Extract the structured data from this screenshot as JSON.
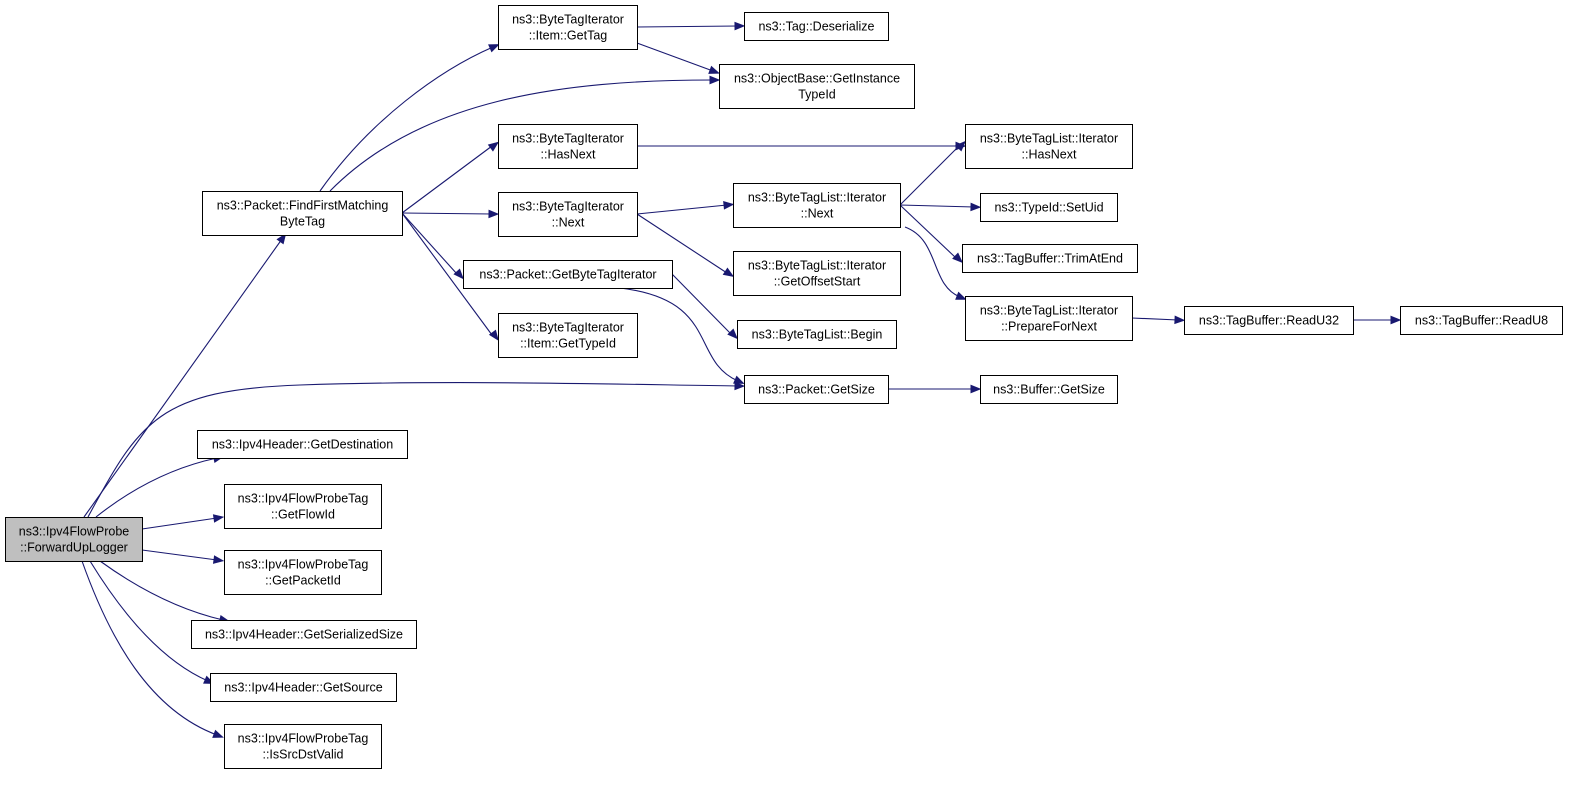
{
  "diagram": {
    "edge_color": "#191970",
    "root_fill": "#bfbfbf",
    "nodes": [
      {
        "id": "root",
        "lines": [
          "ns3::Ipv4FlowProbe",
          "::ForwardUpLogger"
        ],
        "root": true
      },
      {
        "id": "findFirst",
        "lines": [
          "ns3::Packet::FindFirstMatching",
          "ByteTag"
        ]
      },
      {
        "id": "ipDest",
        "lines": [
          "ns3::Ipv4Header::GetDestination"
        ]
      },
      {
        "id": "getFlowId",
        "lines": [
          "ns3::Ipv4FlowProbeTag",
          "::GetFlowId"
        ]
      },
      {
        "id": "getPacketId",
        "lines": [
          "ns3::Ipv4FlowProbeTag",
          "::GetPacketId"
        ]
      },
      {
        "id": "getSerSize",
        "lines": [
          "ns3::Ipv4Header::GetSerializedSize"
        ]
      },
      {
        "id": "getSource",
        "lines": [
          "ns3::Ipv4Header::GetSource"
        ]
      },
      {
        "id": "isSrcDst",
        "lines": [
          "ns3::Ipv4FlowProbeTag",
          "::IsSrcDstValid"
        ]
      },
      {
        "id": "itemGetTag",
        "lines": [
          "ns3::ByteTagIterator",
          "::Item::GetTag"
        ]
      },
      {
        "id": "btiHasNext",
        "lines": [
          "ns3::ByteTagIterator",
          "::HasNext"
        ]
      },
      {
        "id": "btiNext",
        "lines": [
          "ns3::ByteTagIterator",
          "::Next"
        ]
      },
      {
        "id": "getBTI",
        "lines": [
          "ns3::Packet::GetByteTagIterator"
        ]
      },
      {
        "id": "itemGetTypeId",
        "lines": [
          "ns3::ByteTagIterator",
          "::Item::GetTypeId"
        ]
      },
      {
        "id": "tagDeser",
        "lines": [
          "ns3::Tag::Deserialize"
        ]
      },
      {
        "id": "objGetInst",
        "lines": [
          "ns3::ObjectBase::GetInstance",
          "TypeId"
        ]
      },
      {
        "id": "btlNext",
        "lines": [
          "ns3::ByteTagList::Iterator",
          "::Next"
        ]
      },
      {
        "id": "btlOffset",
        "lines": [
          "ns3::ByteTagList::Iterator",
          "::GetOffsetStart"
        ]
      },
      {
        "id": "btlBegin",
        "lines": [
          "ns3::ByteTagList::Begin"
        ]
      },
      {
        "id": "pktGetSize",
        "lines": [
          "ns3::Packet::GetSize"
        ]
      },
      {
        "id": "btlHasNext",
        "lines": [
          "ns3::ByteTagList::Iterator",
          "::HasNext"
        ]
      },
      {
        "id": "typeSetUid",
        "lines": [
          "ns3::TypeId::SetUid"
        ]
      },
      {
        "id": "tbTrim",
        "lines": [
          "ns3::TagBuffer::TrimAtEnd"
        ]
      },
      {
        "id": "btlPrepare",
        "lines": [
          "ns3::ByteTagList::Iterator",
          "::PrepareForNext"
        ]
      },
      {
        "id": "bufGetSize",
        "lines": [
          "ns3::Buffer::GetSize"
        ]
      },
      {
        "id": "tbReadU32",
        "lines": [
          "ns3::TagBuffer::ReadU32"
        ]
      },
      {
        "id": "tbReadU8",
        "lines": [
          "ns3::TagBuffer::ReadU8"
        ]
      }
    ],
    "edges": [
      {
        "from": "root",
        "to": "findFirst"
      },
      {
        "from": "root",
        "to": "pktGetSize"
      },
      {
        "from": "root",
        "to": "ipDest"
      },
      {
        "from": "root",
        "to": "getFlowId"
      },
      {
        "from": "root",
        "to": "getPacketId"
      },
      {
        "from": "root",
        "to": "getSerSize"
      },
      {
        "from": "root",
        "to": "getSource"
      },
      {
        "from": "root",
        "to": "isSrcDst"
      },
      {
        "from": "findFirst",
        "to": "itemGetTag"
      },
      {
        "from": "findFirst",
        "to": "objGetInst"
      },
      {
        "from": "findFirst",
        "to": "btiHasNext"
      },
      {
        "from": "findFirst",
        "to": "btiNext"
      },
      {
        "from": "findFirst",
        "to": "getBTI"
      },
      {
        "from": "findFirst",
        "to": "itemGetTypeId"
      },
      {
        "from": "itemGetTag",
        "to": "tagDeser"
      },
      {
        "from": "itemGetTag",
        "to": "objGetInst"
      },
      {
        "from": "btiHasNext",
        "to": "btlHasNext"
      },
      {
        "from": "btiNext",
        "to": "btlNext"
      },
      {
        "from": "btiNext",
        "to": "btlOffset"
      },
      {
        "from": "getBTI",
        "to": "btlBegin"
      },
      {
        "from": "getBTI",
        "to": "pktGetSize"
      },
      {
        "from": "btlNext",
        "to": "btlHasNext"
      },
      {
        "from": "btlNext",
        "to": "typeSetUid"
      },
      {
        "from": "btlNext",
        "to": "tbTrim"
      },
      {
        "from": "btlNext",
        "to": "btlPrepare"
      },
      {
        "from": "btlPrepare",
        "to": "tbReadU32"
      },
      {
        "from": "tbReadU32",
        "to": "tbReadU8"
      },
      {
        "from": "pktGetSize",
        "to": "bufGetSize"
      }
    ]
  }
}
